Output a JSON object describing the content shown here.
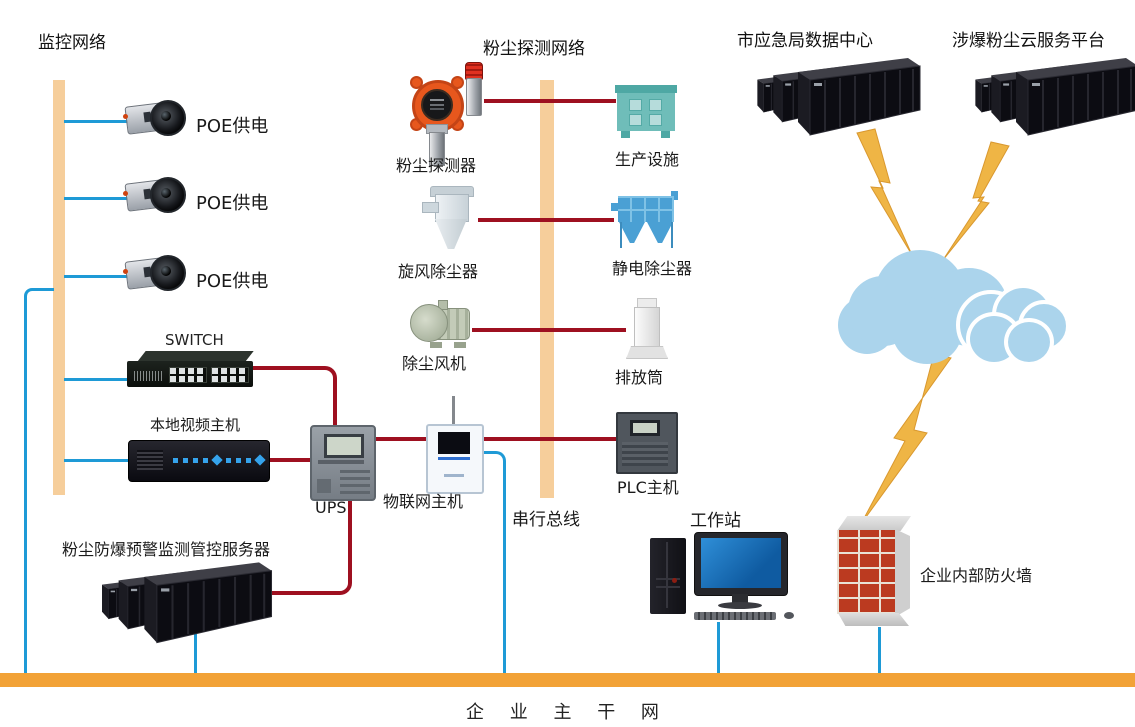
{
  "titles": {
    "monitoring_network": "监控网络",
    "dust_detection_network": "粉尘探测网络",
    "city_emergency_datacenter": "市应急局数据中心",
    "explosive_dust_cloud_platform": "涉爆粉尘云服务平台",
    "enterprise_backbone": "企 业 主 干 网"
  },
  "nodes": {
    "poe_camera": "POE供电",
    "switch": "SWITCH",
    "local_video_host": "本地视频主机",
    "ups": "UPS",
    "dust_server": "粉尘防爆预警监测管控服务器",
    "dust_detector": "粉尘探测器",
    "cyclone_dust_collector": "旋风除尘器",
    "dust_fan": "除尘风机",
    "iot_host": "物联网主机",
    "serial_bus": "串行总线",
    "production_facility": "生产设施",
    "electrostatic_precipitator": "静电除尘器",
    "exhaust_stack": "排放筒",
    "plc_host": "PLC主机",
    "workstation": "工作站",
    "internal_firewall": "企业内部防火墙"
  },
  "colors": {
    "bus_light_orange": "#F6CE9B",
    "backbone_orange": "#F2A237",
    "line_blue": "#1E9AD6",
    "line_red": "#9E1020",
    "cloud_blue": "#ABD4EC",
    "lightning_gold": "#EFB545",
    "firewall_brick": "#BB3A20",
    "detector_orange": "#E7571D",
    "production_teal": "#6FBDB9",
    "esp_blue": "#4AA0D4"
  }
}
